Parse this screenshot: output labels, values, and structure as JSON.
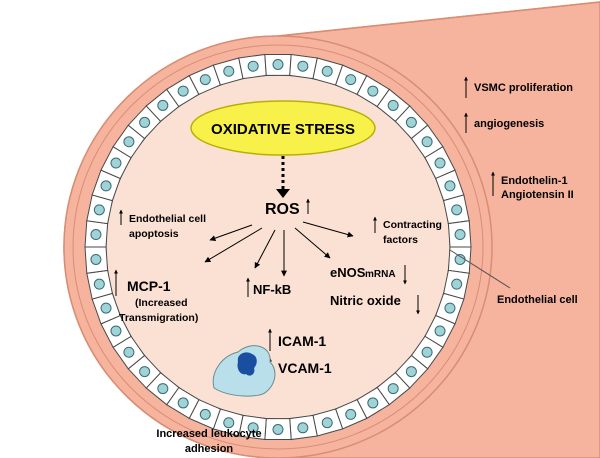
{
  "colors": {
    "vessel_outer": "#f6b49e",
    "vessel_stroke": "#d98d73",
    "lumen": "#fbe1d4",
    "cell_fill": "#ffffff",
    "cell_stroke": "#4a4a4a",
    "nucleus": "#9fd3d8",
    "stress_fill": "#f7f14a",
    "stress_stroke": "#b8b000",
    "leukocyte": "#b9e0ea",
    "leukocyte_nucleus": "#1a4ea0",
    "arrow": "#000000"
  },
  "stress": {
    "label": "OXIDATIVE STRESS"
  },
  "ros": {
    "label": "ROS"
  },
  "labels": {
    "endo_apoptosis_1": "Endothelial cell",
    "endo_apoptosis_2": "apoptosis",
    "contracting_1": "Contracting",
    "contracting_2": "factors",
    "mcp1": "MCP-1",
    "mcp1_sub1": "(Increased",
    "mcp1_sub2": "Transmigration)",
    "nfkb": "NF-kB",
    "enos": "eNOS",
    "enos_mrna": "mRNA",
    "nitric_oxide": "Nitric oxide",
    "icam1": "ICAM-1",
    "vcam1": "VCAM-1",
    "leukocyte_1": "Increased leukocyte",
    "leukocyte_2": "adhesion",
    "vsmc": "VSMC proliferation",
    "angiogenesis": "angiogenesis",
    "endothelin": "Endothelin-1",
    "angiotensin": "Angiotensin II",
    "endothelial_cell": "Endothelial cell"
  }
}
